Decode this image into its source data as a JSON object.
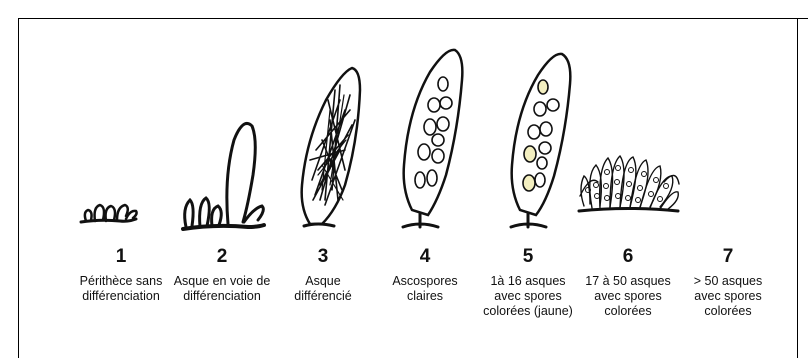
{
  "stages": [
    {
      "number": "1",
      "caption": "Périthèce sans différenciation"
    },
    {
      "number": "2",
      "caption": "Asque en voie de différenciation"
    },
    {
      "number": "3",
      "caption": "Asque différencié"
    },
    {
      "number": "4",
      "caption": "Ascospores claires"
    },
    {
      "number": "5",
      "caption": "1à 16 asques avec spores colorées (jaune)"
    },
    {
      "number": "6",
      "caption": "17 à 50 asques avec spores colorées"
    },
    {
      "number": "7",
      "caption": "> 50 asques avec spores colorées"
    }
  ],
  "colors": {
    "ink": "#111111",
    "spore_yellow": "#f3efc0",
    "background": "#ffffff"
  }
}
